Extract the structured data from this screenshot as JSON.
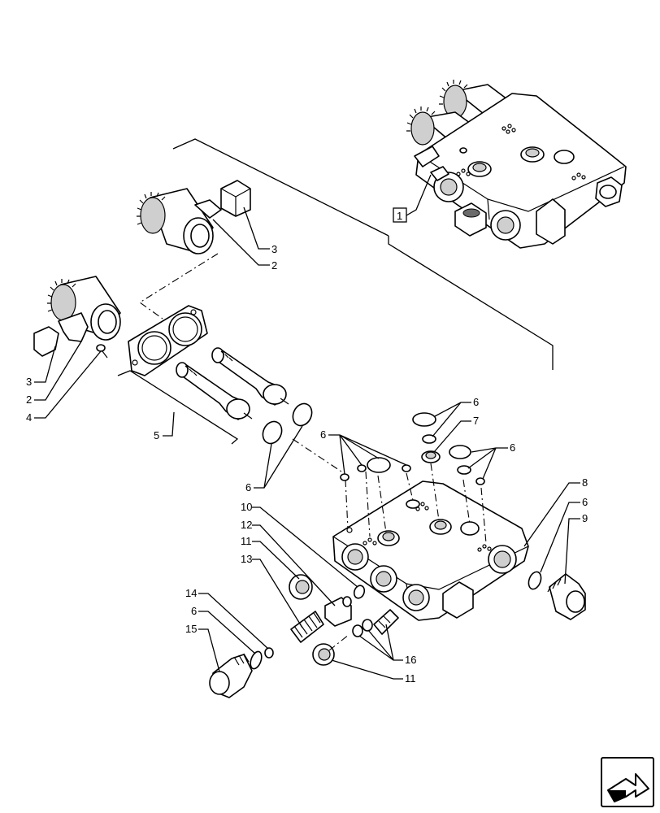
{
  "callouts": [
    {
      "id": "c1",
      "text": "1"
    },
    {
      "id": "c2a",
      "text": "2"
    },
    {
      "id": "c3a",
      "text": "3"
    },
    {
      "id": "c3b",
      "text": "3"
    },
    {
      "id": "c2b",
      "text": "2"
    },
    {
      "id": "c4",
      "text": "4"
    },
    {
      "id": "c5",
      "text": "5"
    },
    {
      "id": "c6a",
      "text": "6"
    },
    {
      "id": "c7",
      "text": "7"
    },
    {
      "id": "c6b",
      "text": "6"
    },
    {
      "id": "c6c",
      "text": "6"
    },
    {
      "id": "c6d",
      "text": "6"
    },
    {
      "id": "c8",
      "text": "8"
    },
    {
      "id": "c6e",
      "text": "6"
    },
    {
      "id": "c9",
      "text": "9"
    },
    {
      "id": "c10",
      "text": "10"
    },
    {
      "id": "c12",
      "text": "12"
    },
    {
      "id": "c11a",
      "text": "11"
    },
    {
      "id": "c13",
      "text": "13"
    },
    {
      "id": "c14",
      "text": "14"
    },
    {
      "id": "c6f",
      "text": "6"
    },
    {
      "id": "c15",
      "text": "15"
    },
    {
      "id": "c16",
      "text": "16"
    },
    {
      "id": "c11b",
      "text": "11"
    }
  ],
  "nav_icon": "next-page-arrow-icon"
}
